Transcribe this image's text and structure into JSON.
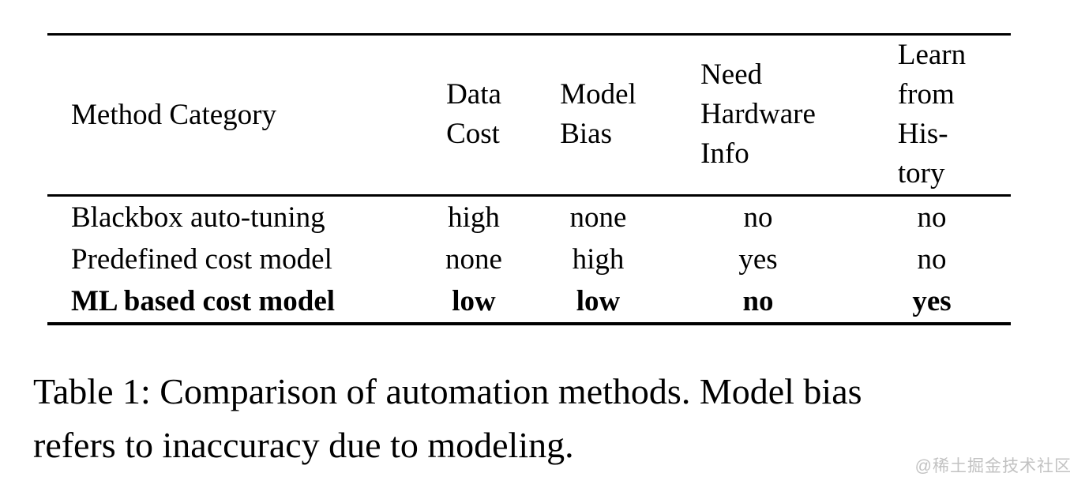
{
  "table": {
    "headers": [
      "Method Category",
      "Data\nCost",
      "Model\nBias",
      "Need\nHardware\nInfo",
      "Learn\nfrom\nHis-\ntory"
    ],
    "rows": [
      {
        "cells": [
          "Blackbox auto-tuning",
          "high",
          "none",
          "no",
          "no"
        ],
        "emphasis": false
      },
      {
        "cells": [
          "Predefined cost model",
          "none",
          "high",
          "yes",
          "no"
        ],
        "emphasis": false
      },
      {
        "cells": [
          "ML based cost model",
          "low",
          "low",
          "no",
          "yes"
        ],
        "emphasis": true
      }
    ]
  },
  "caption": "Table 1: Comparison of automation methods. Model bias\nrefers to inaccuracy due to modeling.",
  "watermark": "@稀土掘金技术社区",
  "colors": {
    "text": "#000000",
    "background": "#ffffff",
    "rule": "#000000",
    "watermark": "#c2c2c2"
  }
}
